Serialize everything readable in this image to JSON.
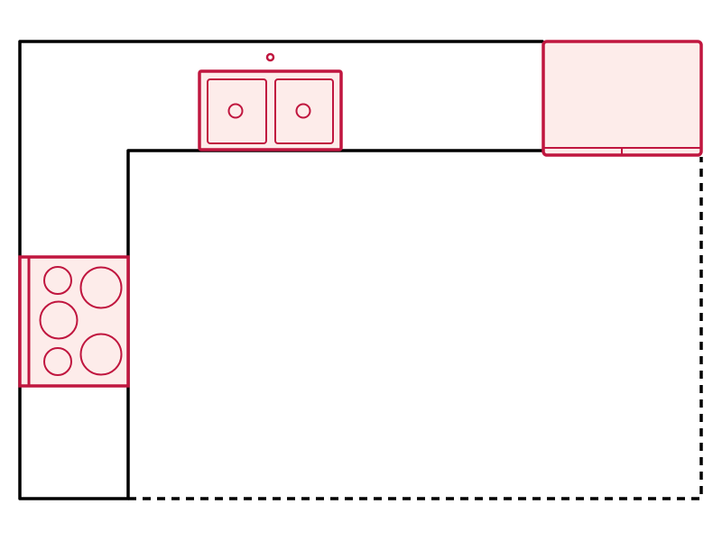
{
  "colors": {
    "wall": "#000000",
    "fixture_stroke": "#c0163f",
    "fixture_fill": "#fdecea",
    "background": "#ffffff"
  },
  "fixtures": [
    "sink",
    "stove",
    "refrigerator"
  ],
  "layout_type": "L-shaped kitchen"
}
